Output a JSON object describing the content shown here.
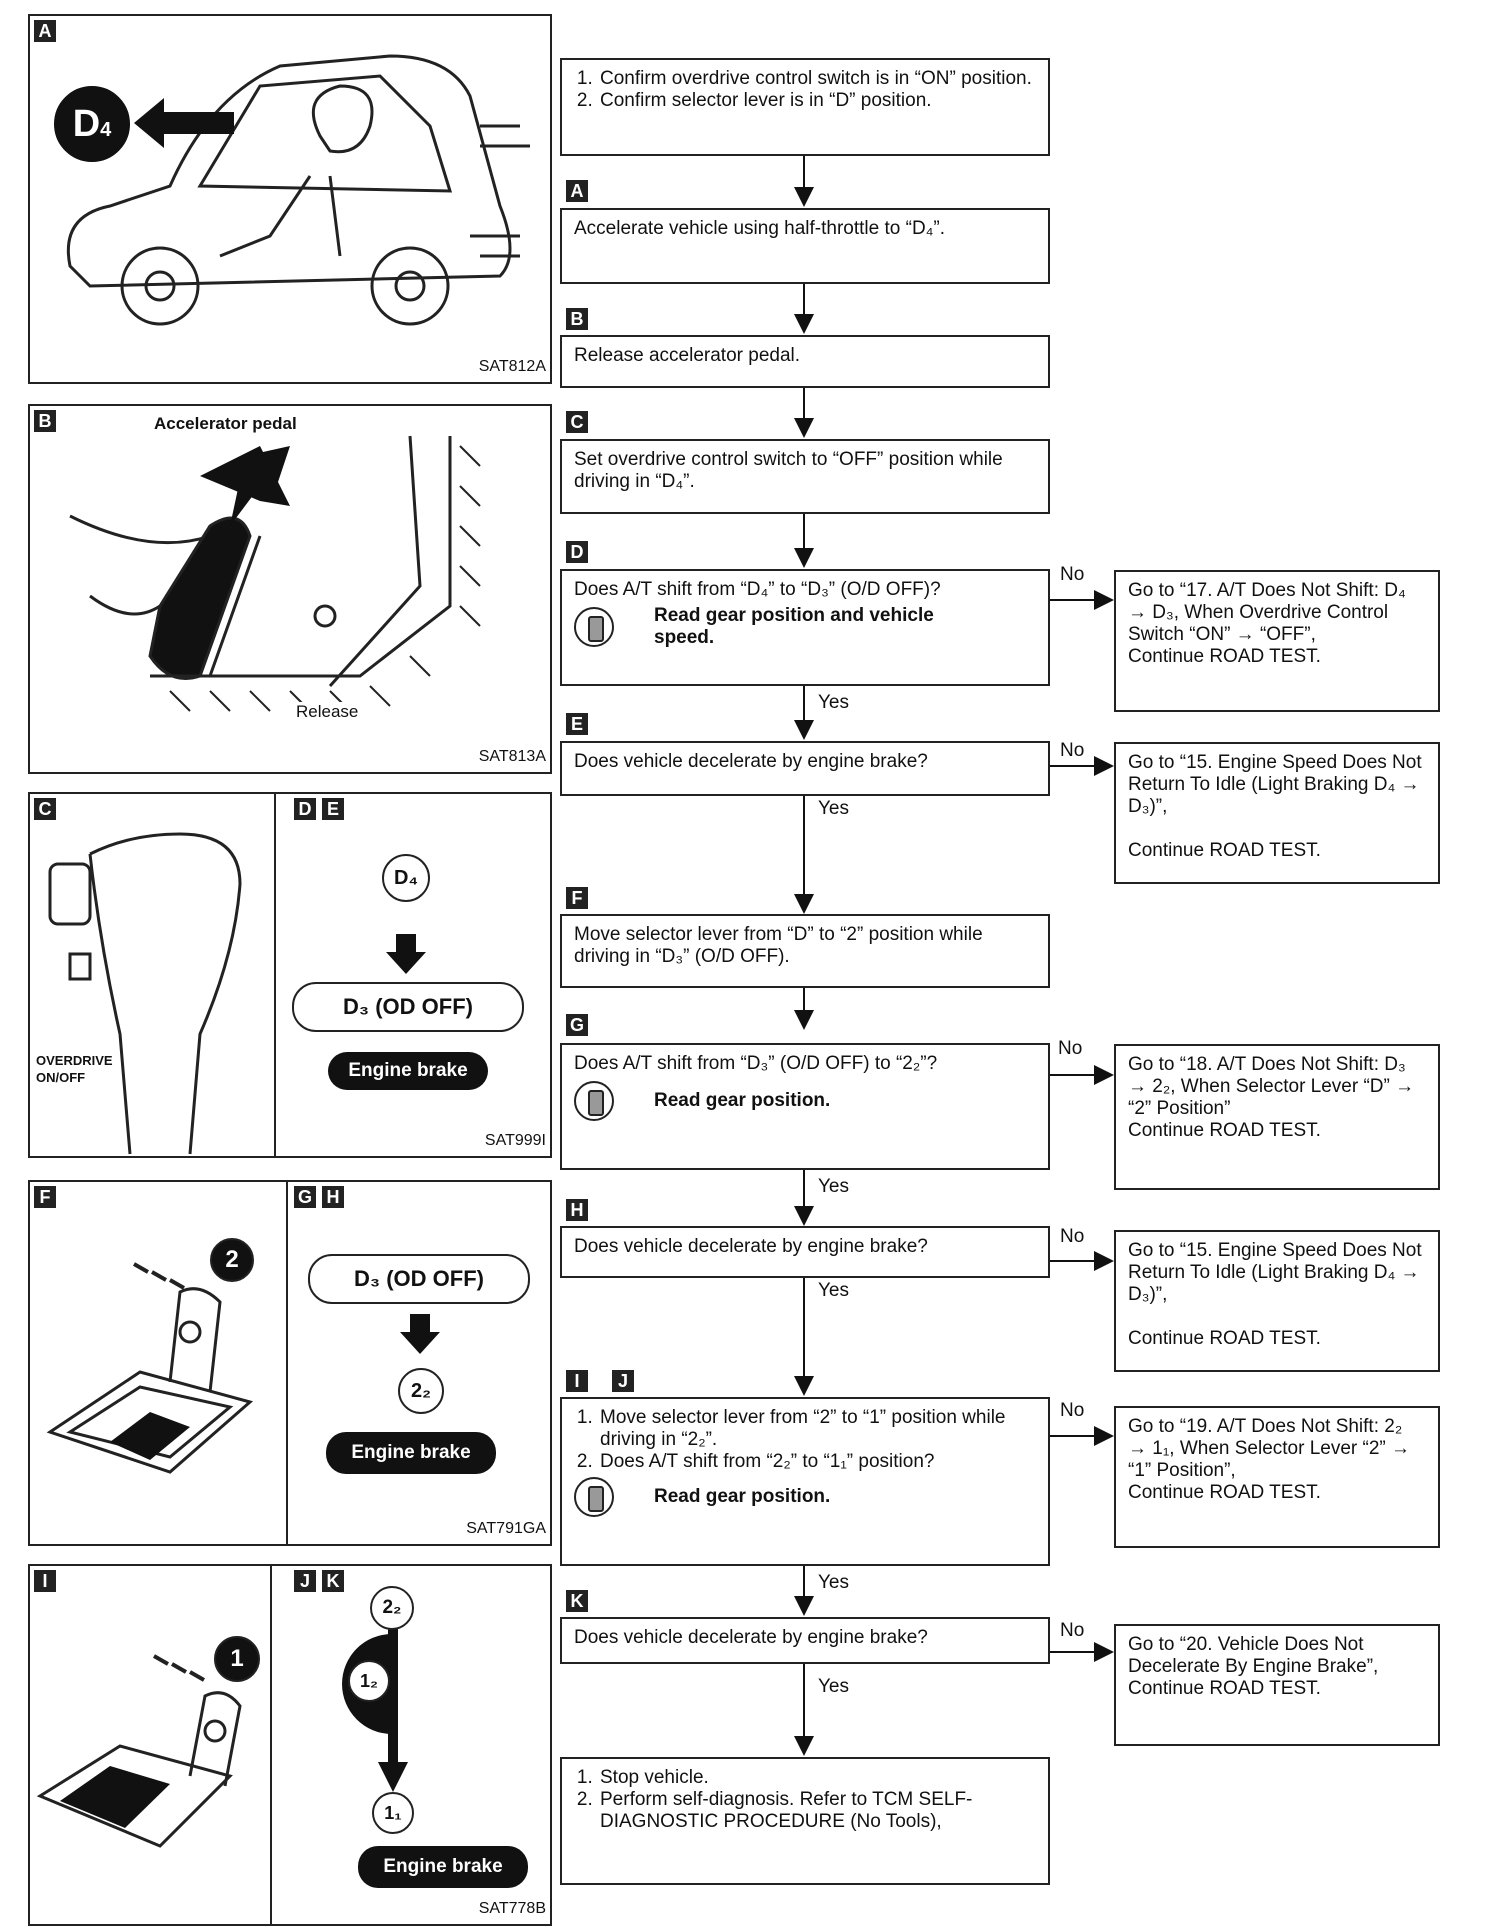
{
  "panels": {
    "a": {
      "tag": "A",
      "caption": "SAT812A",
      "d4": "D",
      "d4_sub": "4"
    },
    "b": {
      "tag": "B",
      "caption": "SAT813A",
      "label_top": "Accelerator pedal",
      "label_bottom": "Release"
    },
    "c": {
      "tag": "C",
      "label": "OVERDRIVE ON/OFF"
    },
    "de": {
      "tag1": "D",
      "tag2": "E",
      "caption": "SAT999I",
      "d4": "D₄",
      "d3": "D₃ (OD OFF)",
      "brake": "Engine brake"
    },
    "f": {
      "tag": "F",
      "num": "2"
    },
    "gh": {
      "tag1": "G",
      "tag2": "H",
      "caption": "SAT791GA",
      "d3": "D₃ (OD OFF)",
      "g22": "2₂",
      "brake": "Engine brake"
    },
    "i": {
      "tag": "I",
      "num": "1"
    },
    "jk": {
      "tag1": "J",
      "tag2": "K",
      "caption": "SAT778B",
      "t22": "2₂",
      "t12": "1₂",
      "t11": "1₁",
      "brake": "Engine brake"
    }
  },
  "flow": {
    "start": [
      "Confirm overdrive control switch is in “ON” position.",
      "Confirm selector lever is in “D” position."
    ],
    "tagA": "A",
    "stepA": "Accelerate vehicle using half-throttle to “D₄”.",
    "tagB": "B",
    "stepB": "Release accelerator pedal.",
    "tagC": "C",
    "stepC": "Set overdrive control switch to “OFF” position while driving in “D₄”.",
    "tagD": "D",
    "stepD": "Does A/T shift from “D₄” to “D₃” (O/D OFF)?",
    "stepD_bold": "Read gear position and vehicle speed.",
    "tagE": "E",
    "stepE": "Does vehicle decelerate by engine brake?",
    "tagF": "F",
    "stepF": "Move selector lever from “D” to “2” position while driving in “D₃” (O/D OFF).",
    "tagG": "G",
    "stepG": "Does A/T shift from “D₃” (O/D OFF) to “2₂”?",
    "stepG_bold": "Read gear position.",
    "tagH": "H",
    "stepH": "Does vehicle decelerate by engine brake?",
    "tagI": "I",
    "tagJ": "J",
    "stepIJ": [
      "Move selector lever from “2” to “1” position while driving in “2₂”.",
      "Does A/T shift from “2₂” to “1₁” position?"
    ],
    "stepIJ_bold": "Read gear position.",
    "tagK": "K",
    "stepK": "Does vehicle decelerate by engine brake?",
    "end": [
      "Stop vehicle.",
      "Perform self-diagnosis. Refer to TCM SELF-DIAGNOSTIC PROCEDURE (No Tools),"
    ],
    "yes": "Yes",
    "no": "No",
    "goD": [
      "Go to “17. A/T Does Not Shift: D₄ → D₃, When Overdrive Control Switch “ON” → “OFF”,",
      "Continue ROAD TEST."
    ],
    "goE": [
      "Go to “15. Engine Speed Does Not Return To Idle (Light Braking D₄ → D₃)”,",
      "Continue ROAD TEST."
    ],
    "goG": [
      "Go to “18. A/T Does Not Shift: D₃ → 2₂, When Selector Lever “D” → “2” Position”",
      "Continue ROAD TEST."
    ],
    "goH": [
      "Go to “15. Engine Speed Does Not Return To Idle (Light Braking D₄ → D₃)”,",
      "Continue ROAD TEST."
    ],
    "goIJ": [
      "Go to “19. A/T Does Not Shift: 2₂ → 1₁, When Selector Lever “2” → “1” Position”,",
      "Continue ROAD TEST."
    ],
    "goK": [
      "Go to “20. Vehicle Does Not Decelerate By Engine Brake”,",
      "Continue ROAD TEST."
    ]
  }
}
